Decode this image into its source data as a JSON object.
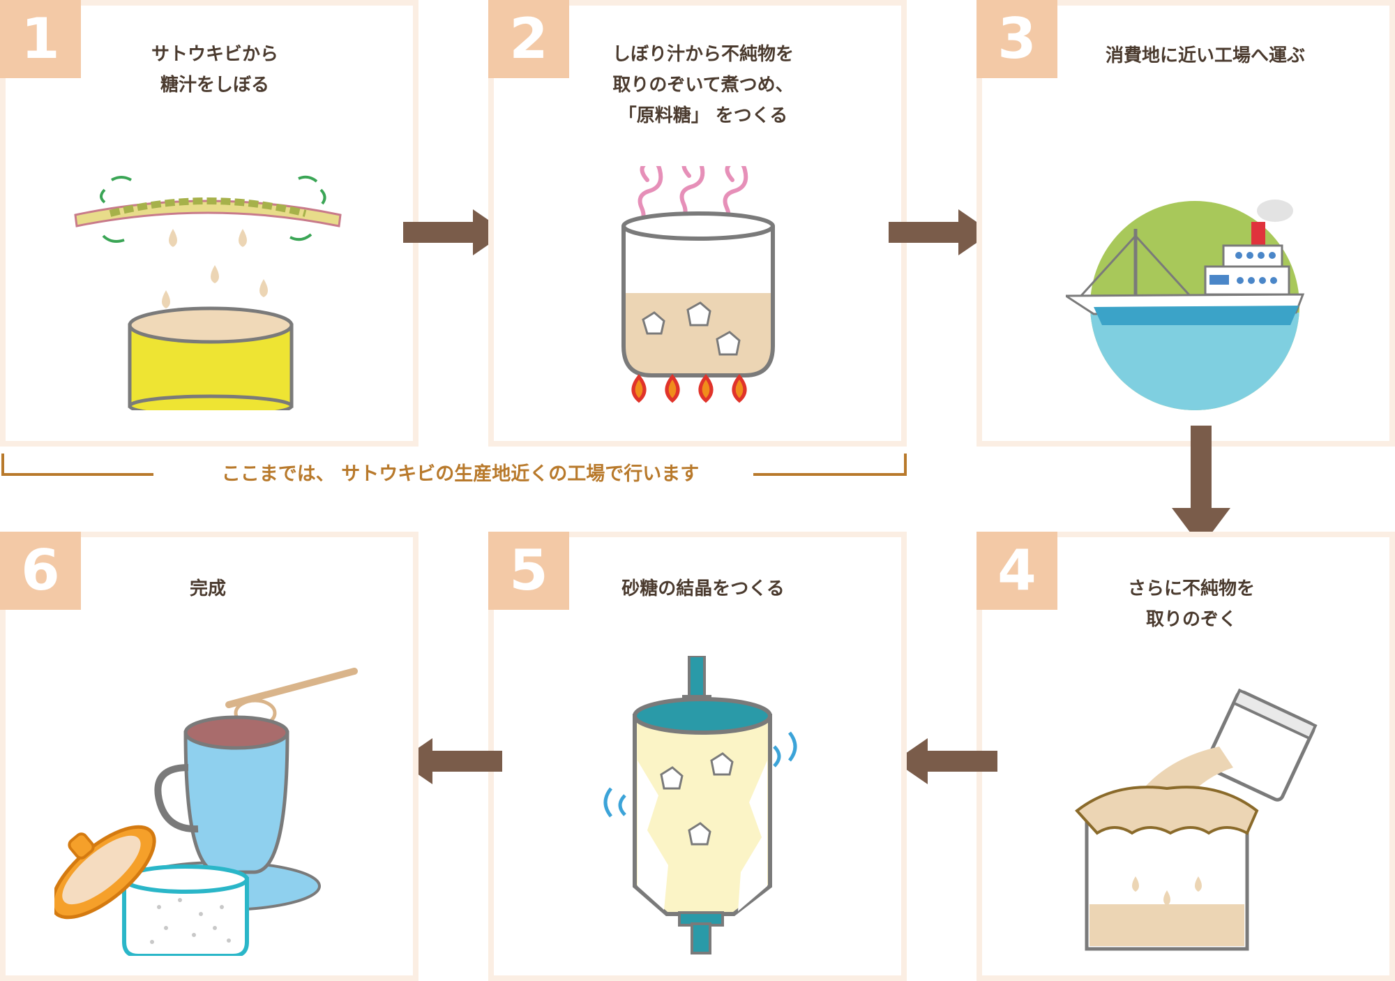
{
  "steps": [
    {
      "number": "1",
      "caption": "サトウキビから\n糖汁をしぼる"
    },
    {
      "number": "2",
      "caption": "しぼり汁から不純物を\n取りのぞいて煮つめ、\n「原料糖」 をつくる"
    },
    {
      "number": "3",
      "caption": "消費地に近い工場へ運ぶ"
    },
    {
      "number": "4",
      "caption": "さらに不純物を\n取りのぞく"
    },
    {
      "number": "5",
      "caption": "砂糖の結晶をつくる"
    },
    {
      "number": "6",
      "caption": "完成"
    }
  ],
  "bracket_note": "ここまでは、 サトウキビの生産地近くの工場で行います",
  "colors": {
    "panel_border": "#fbeee3",
    "badge": "#f3c9a6",
    "arrow": "#7a5c4a",
    "bracket": "#b8792b",
    "text": "#4a3a2e"
  },
  "icons": [
    "sugarcane-press-illustration",
    "boiling-pot-illustration",
    "cargo-ship-illustration",
    "filter-jar-illustration",
    "centrifuge-illustration",
    "tea-and-sugar-pot-illustration"
  ]
}
